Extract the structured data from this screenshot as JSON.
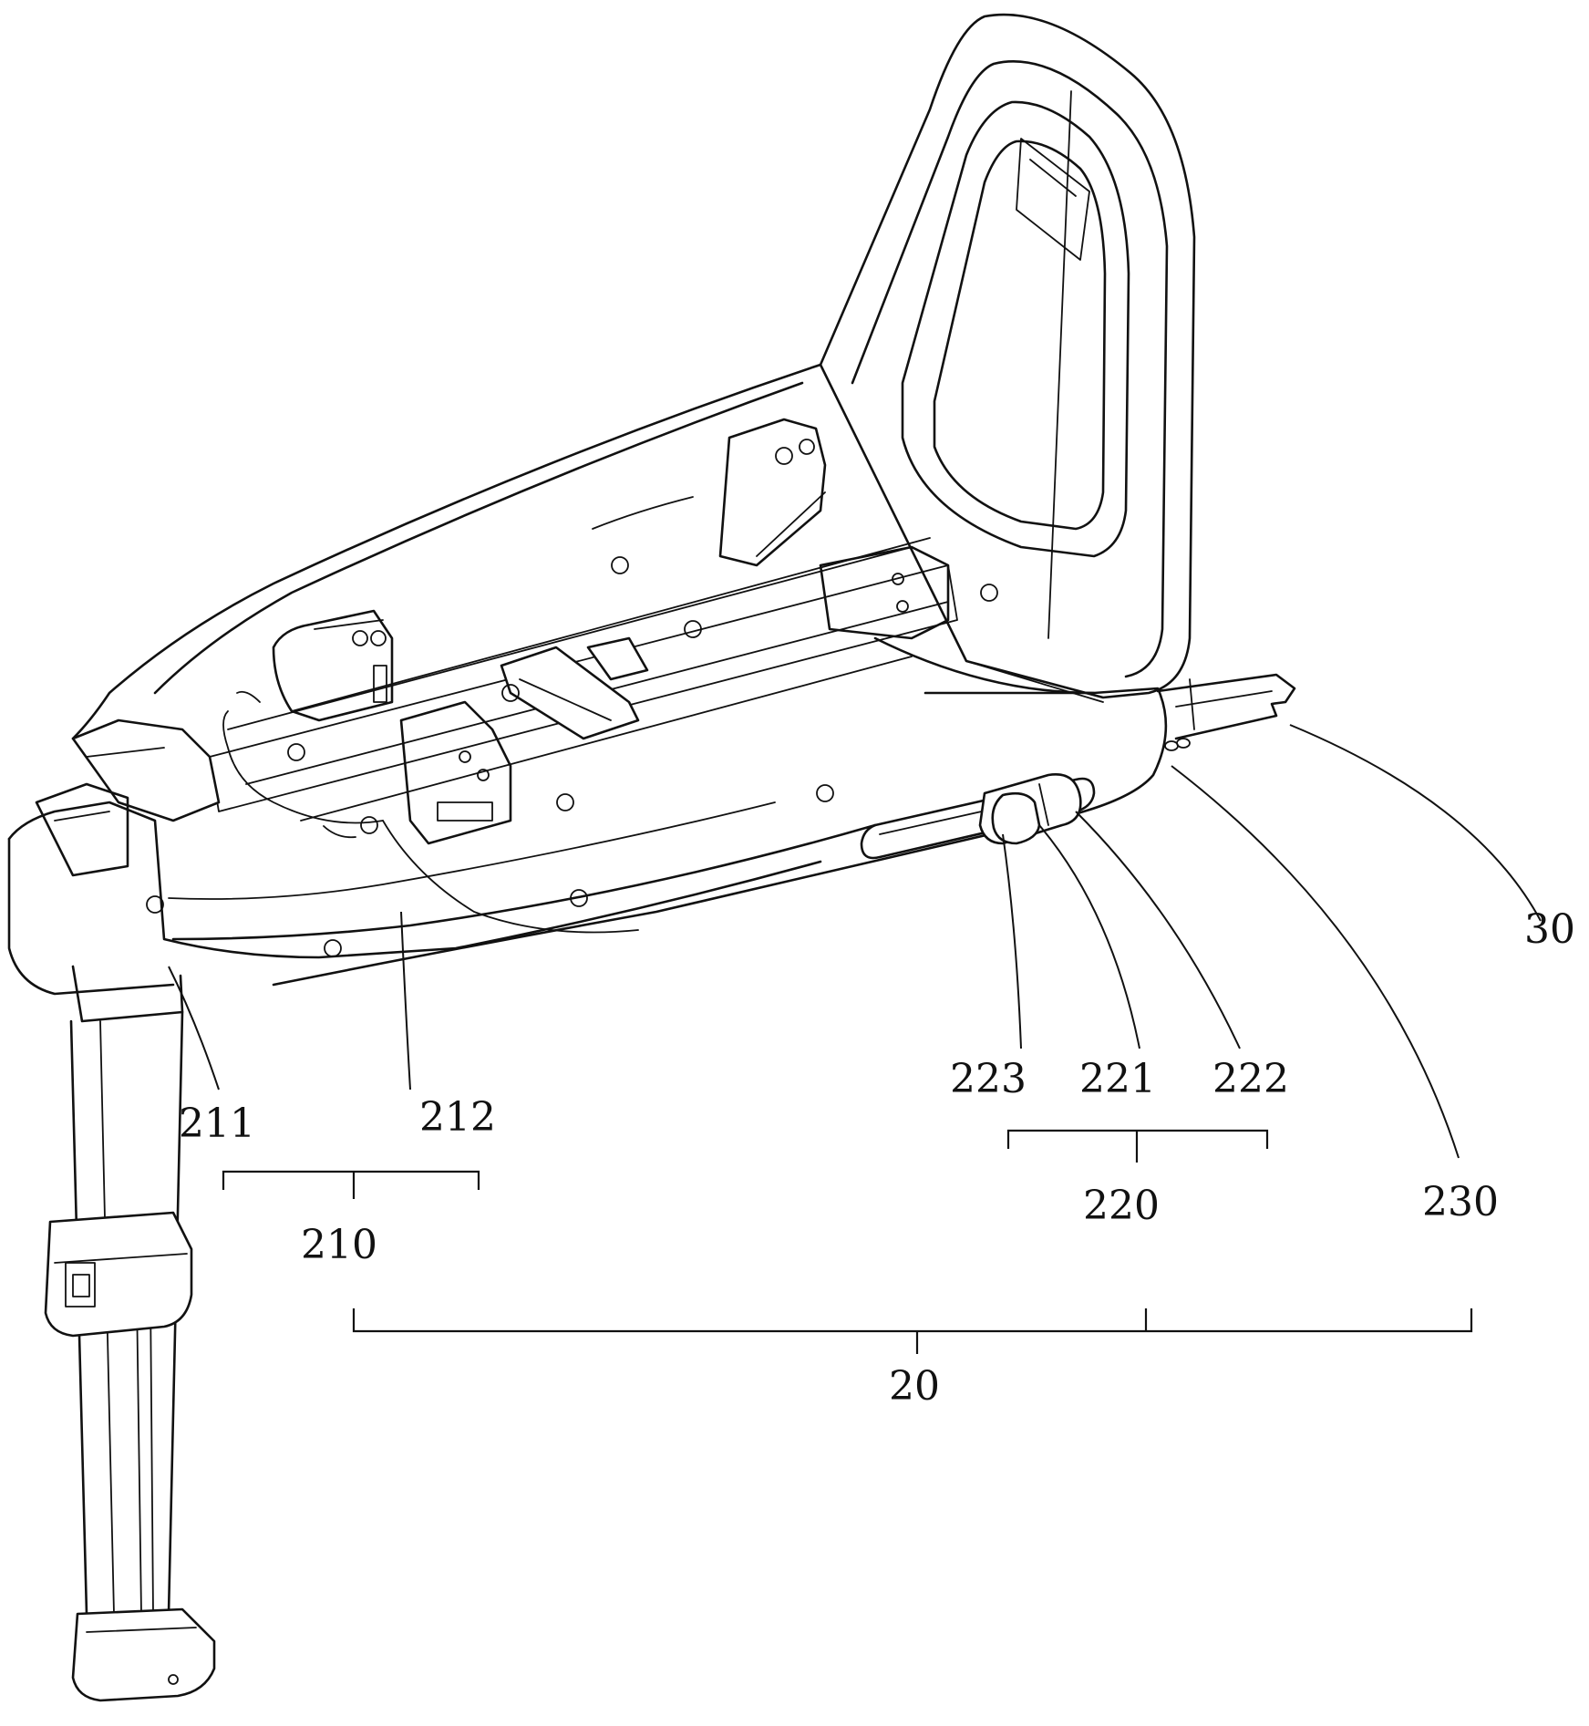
{
  "labels": {
    "l20": "20",
    "l30": "30",
    "l210": "210",
    "l211": "211",
    "l212": "212",
    "l220": "220",
    "l221": "221",
    "l222": "222",
    "l223": "223",
    "l230": "230"
  }
}
